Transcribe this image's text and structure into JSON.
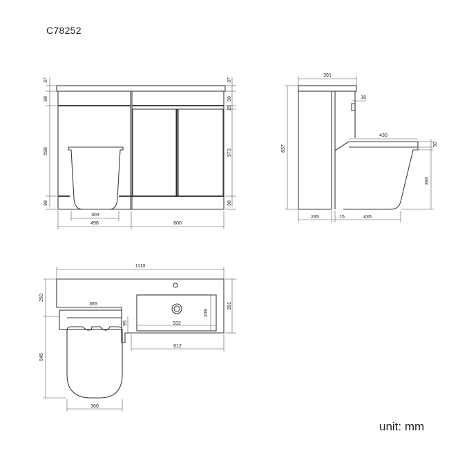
{
  "product_code": "C78252",
  "unit_label": "unit: mm",
  "front_view": {
    "top_dims": [
      {
        "id": "counter-thickness-left",
        "value": "37"
      },
      {
        "id": "counter-thickness-right",
        "value": "37"
      },
      {
        "id": "top-rail-left",
        "value": "98"
      },
      {
        "id": "top-rail-right",
        "value": "98"
      },
      {
        "id": "gap-right",
        "value": "25"
      },
      {
        "id": "mid-left",
        "value": "598"
      },
      {
        "id": "mid-right",
        "value": "573"
      },
      {
        "id": "plinth-left",
        "value": "98"
      },
      {
        "id": "plinth-right",
        "value": "98"
      }
    ],
    "bottom_dims": [
      {
        "id": "pan-width",
        "value": "303"
      },
      {
        "id": "toilet-section",
        "value": "498"
      },
      {
        "id": "basin-section",
        "value": "600"
      }
    ]
  },
  "side_view": {
    "dims": [
      {
        "id": "depth-top",
        "value": "391"
      },
      {
        "id": "cistern-gap",
        "value": "18"
      },
      {
        "id": "seat-depth",
        "value": "430"
      },
      {
        "id": "seat-thick",
        "value": "30"
      },
      {
        "id": "total-height",
        "value": "837"
      },
      {
        "id": "pan-height",
        "value": "395"
      },
      {
        "id": "base-back",
        "value": "235"
      },
      {
        "id": "base-gap",
        "value": "15"
      },
      {
        "id": "base-front",
        "value": "435"
      }
    ]
  },
  "plan_view": {
    "dims": [
      {
        "id": "total-width",
        "value": "1110"
      },
      {
        "id": "back-depth",
        "value": "250"
      },
      {
        "id": "cistern-width",
        "value": "365"
      },
      {
        "id": "gap-95",
        "value": "95"
      },
      {
        "id": "basin-width",
        "value": "532"
      },
      {
        "id": "basin-depth",
        "value": "239"
      },
      {
        "id": "unit-depth",
        "value": "391"
      },
      {
        "id": "basin-unit-width",
        "value": "612"
      },
      {
        "id": "pan-depth",
        "value": "545"
      },
      {
        "id": "pan-width",
        "value": "360"
      }
    ]
  }
}
